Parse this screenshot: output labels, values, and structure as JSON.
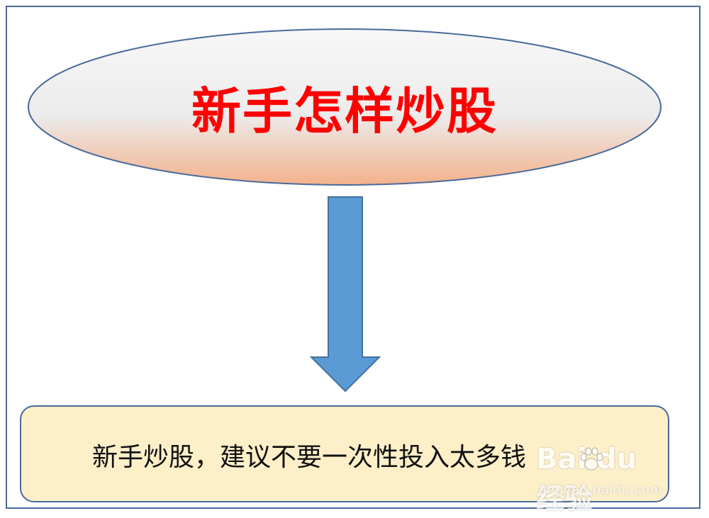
{
  "diagram": {
    "title": "新手怎样炒股",
    "result": "新手炒股，建议不要一次性投入太多钱",
    "colors": {
      "title_text": "#ff0000",
      "ellipse_top": "#f2f2f2",
      "ellipse_bottom": "#f3b28c",
      "outline": "#4a6a9a",
      "arrow_fill": "#5b9bd5",
      "arrow_stroke": "#41719c",
      "result_fill": "#fdefc8"
    }
  },
  "watermark": {
    "logo": "Bai du 经验",
    "url": "jingyan.baidu.com"
  }
}
